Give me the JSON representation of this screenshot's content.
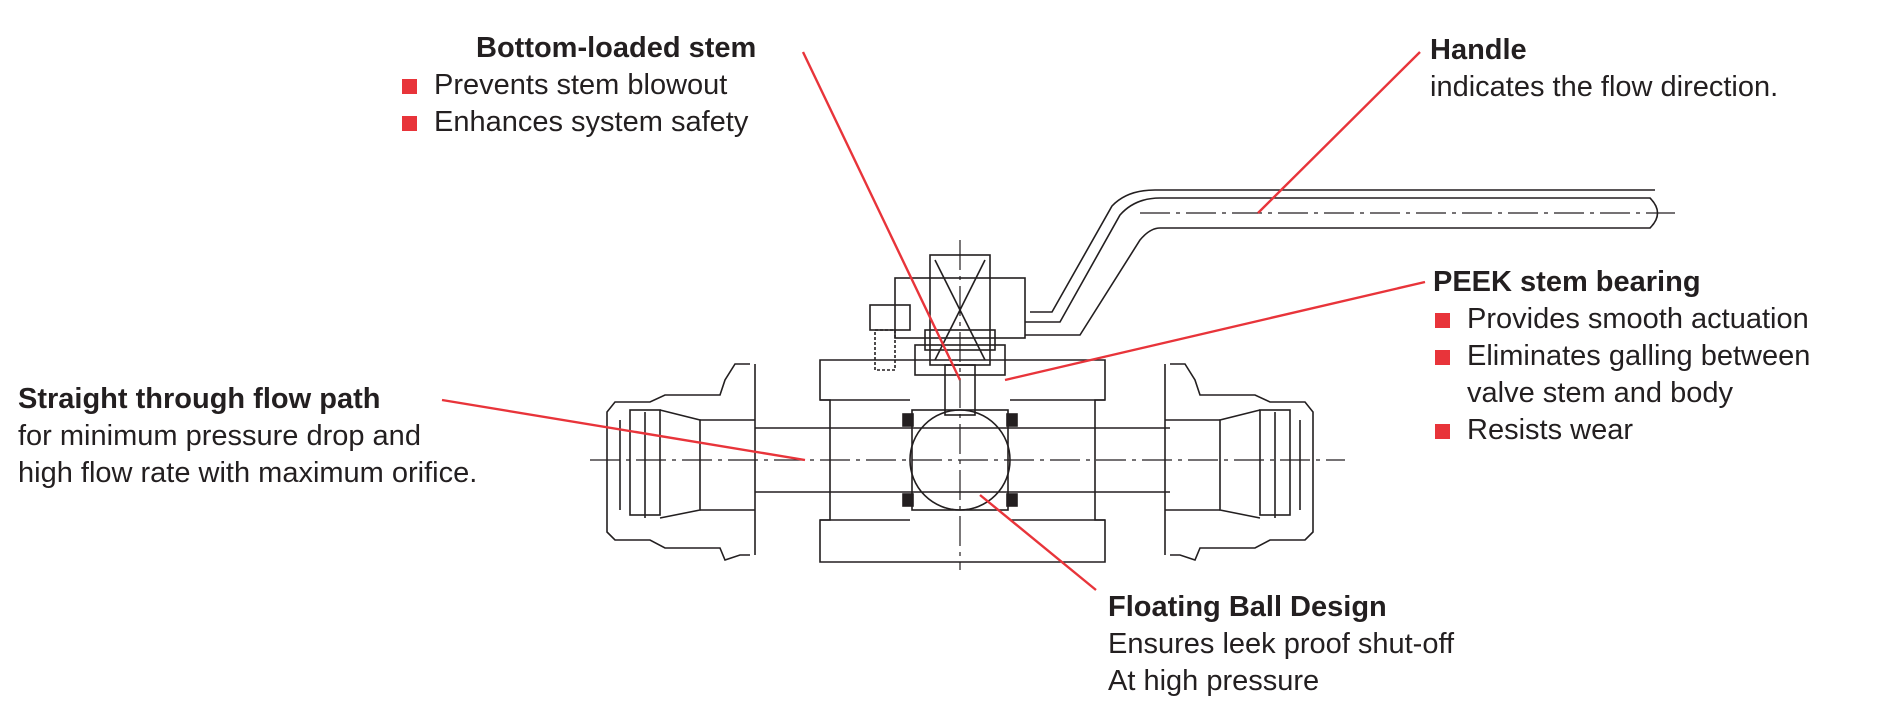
{
  "colors": {
    "leader": "#e8343a",
    "bullet": "#e8343a",
    "drawing": "#231f20",
    "text": "#231f20"
  },
  "callouts": {
    "bottom_stem": {
      "title": "Bottom-loaded stem",
      "bullets": [
        "Prevents stem blowout",
        "Enhances system safety"
      ]
    },
    "handle": {
      "title": "Handle",
      "lines": [
        "indicates the flow direction."
      ]
    },
    "peek": {
      "title": "PEEK stem bearing",
      "bullets": [
        "Provides smooth actuation",
        "Eliminates galling between",
        "valve stem and body",
        "Resists wear"
      ]
    },
    "flow_path": {
      "title": "Straight through flow path",
      "lines": [
        "for minimum pressure drop and",
        "high flow rate with maximum orifice."
      ]
    },
    "ball": {
      "title": "Floating Ball Design",
      "lines": [
        "Ensures leek proof shut-off",
        "At high pressure"
      ]
    }
  }
}
